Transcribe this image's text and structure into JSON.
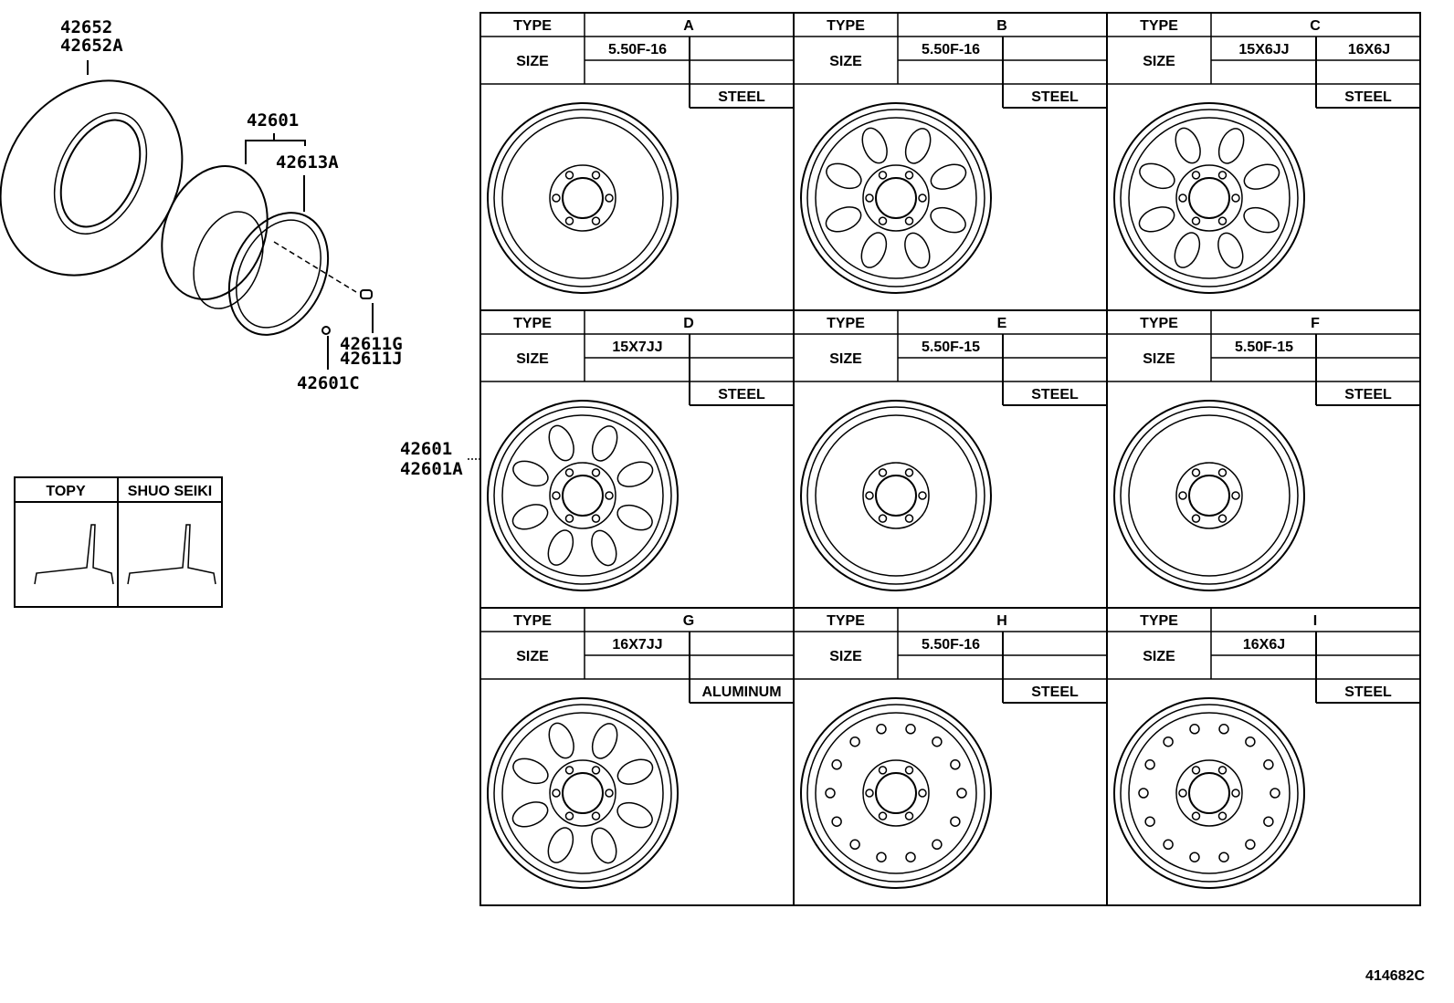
{
  "parts": {
    "tire": [
      "42652",
      "42652A"
    ],
    "wheel_group": "42601",
    "rim": "42613A",
    "valve": [
      "42611G",
      "42611J"
    ],
    "valve_cap": "42601C",
    "wheel_ref": [
      "42601",
      "42601A"
    ]
  },
  "maker_table": {
    "headers": [
      "TOPY",
      "SHUO SEIKI"
    ]
  },
  "table": {
    "type_label": "TYPE",
    "size_label": "SIZE",
    "cells": [
      {
        "type": "A",
        "sizes": [
          "5.50F-16"
        ],
        "material": "STEEL"
      },
      {
        "type": "B",
        "sizes": [
          "5.50F-16"
        ],
        "material": "STEEL"
      },
      {
        "type": "C",
        "sizes": [
          "15X6JJ",
          "16X6J"
        ],
        "material": "STEEL"
      },
      {
        "type": "D",
        "sizes": [
          "15X7JJ"
        ],
        "material": "STEEL"
      },
      {
        "type": "E",
        "sizes": [
          "5.50F-15"
        ],
        "material": "STEEL"
      },
      {
        "type": "F",
        "sizes": [
          "5.50F-15"
        ],
        "material": "STEEL"
      },
      {
        "type": "G",
        "sizes": [
          "16X7JJ"
        ],
        "material": "ALUMINUM"
      },
      {
        "type": "H",
        "sizes": [
          "5.50F-16"
        ],
        "material": "STEEL"
      },
      {
        "type": "I",
        "sizes": [
          "16X6J"
        ],
        "material": "STEEL"
      }
    ]
  },
  "diagram_id": "414682C"
}
